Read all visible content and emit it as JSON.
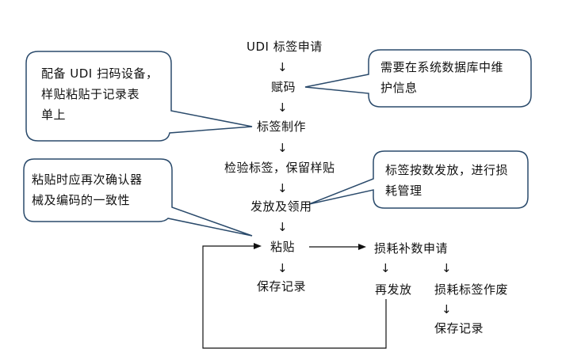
{
  "flow": {
    "step1": "UDI 标签申请",
    "step2": "赋码",
    "step3": "标签制作",
    "step4": "检验标签，保留样贴",
    "step5": "发放及领用",
    "step6": "粘贴",
    "step7": "保存记录",
    "branch_main": "损耗补数申请",
    "branch_left": "再发放",
    "branch_right": "损耗标签作废",
    "branch_right_end": "保存记录",
    "arrow_glyph": "↓"
  },
  "callouts": {
    "left_top": [
      "配备 UDI 扫码设备，",
      "样贴粘贴于记录表",
      "单上"
    ],
    "left_bottom": [
      "粘贴时应再次确认器",
      "械及编码的一致性"
    ],
    "right_top": [
      "需要在系统数据库中维",
      "护信息"
    ],
    "right_bottom": [
      "标签按数发放，进行损",
      "耗管理"
    ]
  },
  "colors": {
    "callout_stroke": "#2a4a6b",
    "line": "#111111"
  }
}
